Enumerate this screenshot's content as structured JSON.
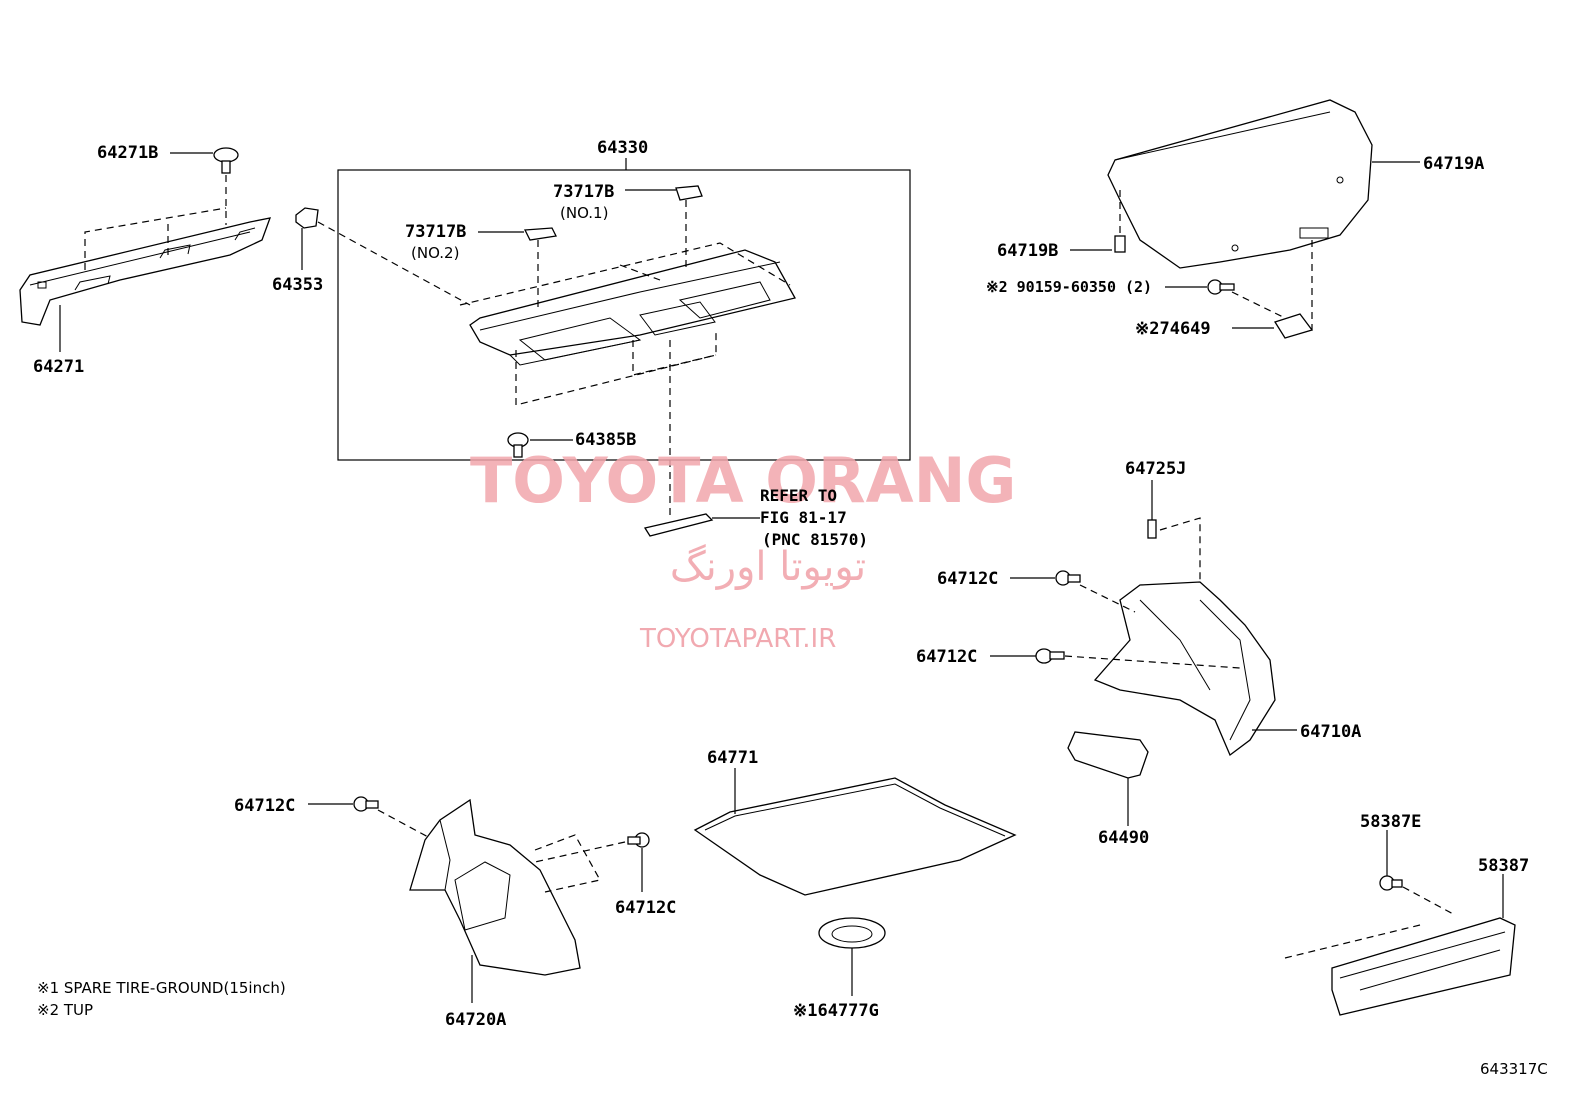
{
  "labels": {
    "p64271B": "64271B",
    "p64271": "64271",
    "p64353": "64353",
    "p64330": "64330",
    "p73717B_1": "73717B",
    "p73717B_1_sub": "(NO.1)",
    "p73717B_2": "73717B",
    "p73717B_2_sub": "(NO.2)",
    "p64385B": "64385B",
    "p64719A": "64719A",
    "p64719B": "64719B",
    "p90159": "※2 90159-60350 (2)",
    "p74649": "※274649",
    "p64725J": "64725J",
    "p64712C_a": "64712C",
    "p64712C_b": "64712C",
    "p64710A": "64710A",
    "p64490": "64490",
    "p64771": "64771",
    "p64712C_c": "64712C",
    "p64712C_d": "64712C",
    "p64720A": "64720A",
    "p64777G": "※164777G",
    "p58387E": "58387E",
    "p58387": "58387"
  },
  "refer": {
    "line1": "REFER TO",
    "line2": "FIG 81-17",
    "line3": "(PNC 81570)"
  },
  "notes": {
    "note1": "※1 SPARE TIRE-GROUND(15inch)",
    "note2": "※2 TUP"
  },
  "figure_code": "643317C",
  "watermark": {
    "brand": "TOYOTA ORANG",
    "persian": "تویوتا اورنگ",
    "site": "TOYOTAPART.IR"
  }
}
